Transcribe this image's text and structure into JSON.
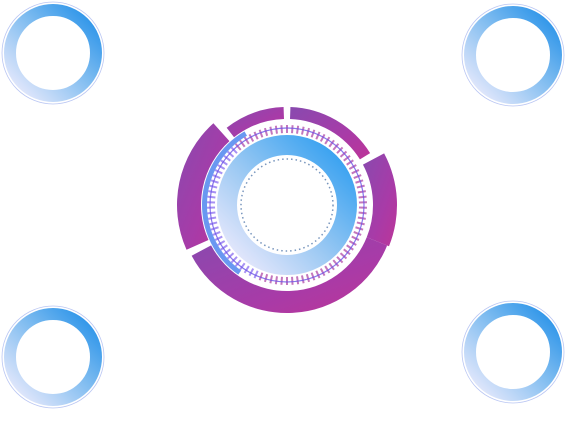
{
  "graphic": {
    "description_items": [
      "corner-ring-top-left",
      "corner-ring-top-right",
      "corner-ring-bottom-left",
      "corner-ring-bottom-right",
      "center-radial-ring"
    ]
  },
  "colors": {
    "ring_blue": "#3ea3ee",
    "ring_lavender": "#efeafc",
    "arc_purple": "#8a3aa6",
    "arc_magenta": "#b0259a",
    "accent_blue": "#5b8ef0",
    "dotted": "#6a8fb8"
  }
}
